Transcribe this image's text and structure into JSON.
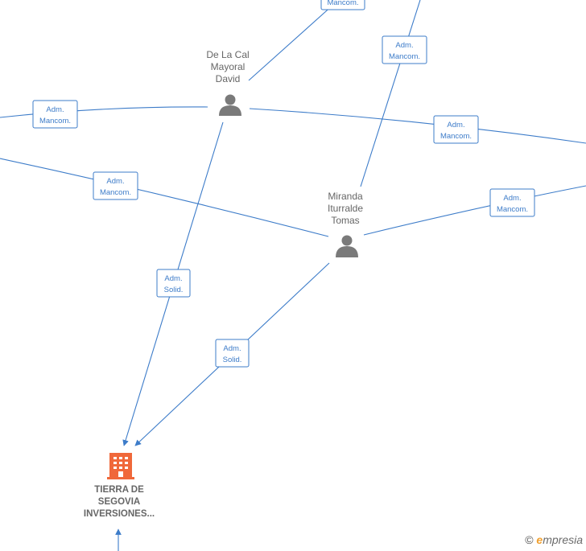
{
  "people": [
    {
      "id": "cal",
      "lines": [
        "De La Cal",
        "Mayoral",
        "David"
      ]
    },
    {
      "id": "miranda",
      "lines": [
        "Miranda",
        "Iturralde",
        "Tomas"
      ]
    }
  ],
  "company": {
    "lines": [
      "TIERRA DE",
      "SEGOVIA",
      "INVERSIONES..."
    ]
  },
  "relations": [
    {
      "id": "r-top",
      "lines": [
        "",
        "Mancom."
      ]
    },
    {
      "id": "r-topright",
      "lines": [
        "Adm.",
        "Mancom."
      ]
    },
    {
      "id": "r-left1",
      "lines": [
        "Adm.",
        "Mancom."
      ]
    },
    {
      "id": "r-right1",
      "lines": [
        "Adm.",
        "Mancom."
      ]
    },
    {
      "id": "r-left2",
      "lines": [
        "Adm.",
        "Mancom."
      ]
    },
    {
      "id": "r-right2",
      "lines": [
        "Adm.",
        "Mancom."
      ]
    },
    {
      "id": "r-solid1",
      "lines": [
        "Adm.",
        "Solid."
      ]
    },
    {
      "id": "r-solid2",
      "lines": [
        "Adm.",
        "Solid."
      ]
    }
  ],
  "footer": {
    "copyright": "©",
    "brand_initial": "e",
    "brand_rest": "mpresia"
  },
  "colors": {
    "edge": "#3d7cc9",
    "company": "#f0683a",
    "person": "#7a7a7a"
  }
}
